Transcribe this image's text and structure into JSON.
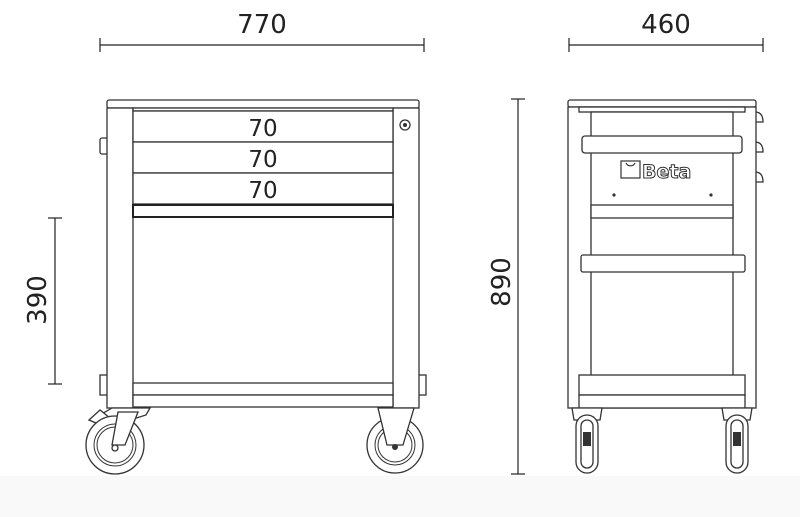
{
  "dimensions": {
    "width_front": "770",
    "depth_side": "460",
    "height_total": "890",
    "lower_compartment_height": "390"
  },
  "drawers": [
    {
      "label": "70"
    },
    {
      "label": "70"
    },
    {
      "label": "70"
    }
  ],
  "brand": {
    "logo_text": "Beta"
  },
  "colors": {
    "line": "#333333",
    "background": "#ffffff"
  }
}
